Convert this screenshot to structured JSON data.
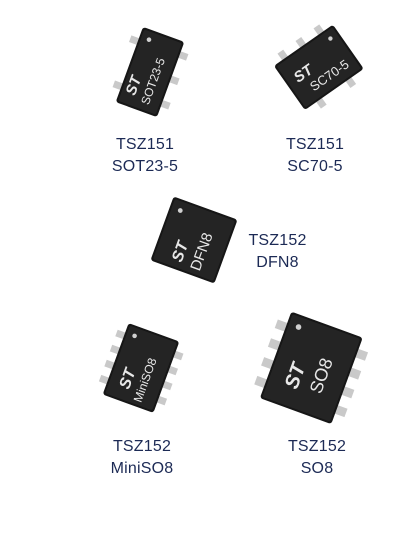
{
  "packages": [
    {
      "part": "TSZ151",
      "package": "SOT23-5",
      "logo": "ST"
    },
    {
      "part": "TSZ151",
      "package": "SC70-5",
      "logo": "ST"
    },
    {
      "part": "TSZ152",
      "package": "DFN8",
      "logo": "ST"
    },
    {
      "part": "TSZ152",
      "package": "MiniSO8",
      "logo": "ST"
    },
    {
      "part": "TSZ152",
      "package": "SO8",
      "logo": "ST"
    }
  ],
  "colors": {
    "chip_body": "#161616",
    "chip_top": "#262626",
    "lead": "#c9c9c9",
    "caption": "#1c2a55"
  }
}
